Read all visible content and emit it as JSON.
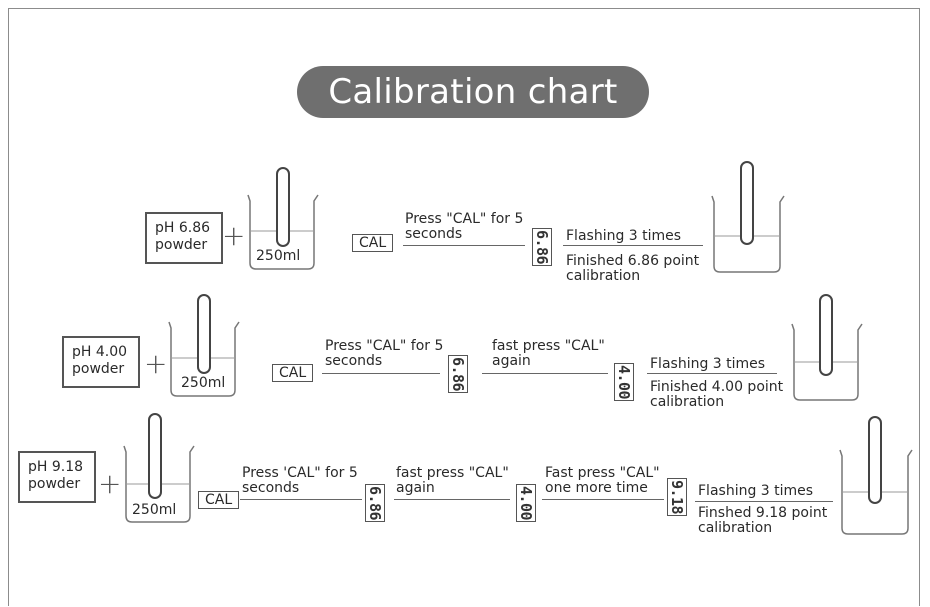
{
  "title": "Calibration chart",
  "rows": [
    {
      "powder": "pH 6.86\npowder",
      "volume": "250ml",
      "cal": "CAL",
      "step1": "Press \"CAL\" for 5\nseconds",
      "display1": "6.86",
      "flash": "Flashing 3 times",
      "finished": "Finished 6.86 point\ncalibration"
    },
    {
      "powder": "pH 4.00\npowder",
      "volume": "250ml",
      "cal": "CAL",
      "step1": "Press \"CAL\" for 5\nseconds",
      "display1": "6.86",
      "step2": "fast press \"CAL\"\nagain",
      "display2": "4.00",
      "flash": "Flashing 3  times",
      "finished": "Finished 4.00 point\ncalibration"
    },
    {
      "powder": "pH 9.18\npowder",
      "volume": "250ml",
      "cal": "CAL",
      "step1": "Press 'CAL\" for 5\nseconds",
      "display1": "6.86",
      "step2": "fast press \"CAL\"\nagain",
      "display2": "4.00",
      "step3": "Fast press \"CAL\"\none more time",
      "display3": "9.18",
      "flash": "Flashing  3  times",
      "finished": "Finshed 9.18 point\ncalibration"
    }
  ]
}
